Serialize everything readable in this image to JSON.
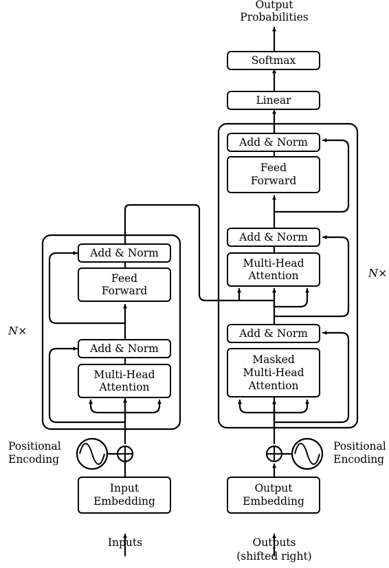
{
  "encoder": {
    "layers_label": "N×",
    "add_norm_top": "Add & Norm",
    "feed_forward": [
      "Feed",
      "Forward"
    ],
    "add_norm_bottom": "Add & Norm",
    "attention": [
      "Multi-Head",
      "Attention"
    ],
    "embedding": [
      "Input",
      "Embedding"
    ],
    "positional_encoding": [
      "Positional",
      "Encoding"
    ],
    "input_label": "Inputs"
  },
  "decoder": {
    "layers_label": "N×",
    "add_norm_top": "Add & Norm",
    "feed_forward": [
      "Feed",
      "Forward"
    ],
    "add_norm_middle": "Add & Norm",
    "cross_attention": [
      "Multi-Head",
      "Attention"
    ],
    "add_norm_bottom": "Add & Norm",
    "masked_attention": [
      "Masked",
      "Multi-Head",
      "Attention"
    ],
    "embedding": [
      "Output",
      "Embedding"
    ],
    "positional_encoding": [
      "Positional",
      "Encoding"
    ],
    "input_label": [
      "Outputs",
      "(shifted right)"
    ]
  },
  "head": {
    "linear": "Linear",
    "softmax": "Softmax",
    "output_label": [
      "Output",
      "Probabilities"
    ]
  }
}
